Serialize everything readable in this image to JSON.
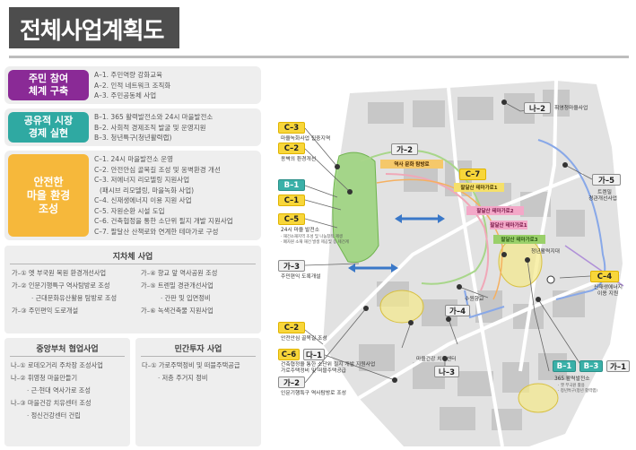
{
  "header": {
    "title": "전체사업계획도"
  },
  "strategies": [
    {
      "label_lines": [
        "주민 참여",
        "체계 구축"
      ],
      "color": "#8a2a96",
      "items": [
        "A–1. 주민역량 강화교육",
        "A–2. 인적 네트워크 조직화",
        "A–3. 주민공동체 사업"
      ]
    },
    {
      "label_lines": [
        "공유적 시장",
        "경제 실현"
      ],
      "color": "#2fa9a2",
      "items": [
        "B–1. 365 활력발전소와 24시 마을발전소",
        "B–2. 사회적 경제조직 발굴 및 운영지원",
        "B–3. 청년특구(청년활력랩)"
      ]
    },
    {
      "label_lines": [
        "안전한",
        "마을 환경",
        "조성"
      ],
      "color": "#f6b83b",
      "items": [
        "C–1. 24시 마을발전소 운영",
        "C–2. 안전안심 골목길 조성 및 옹벽환경 개선",
        "C–3. 저에너지 리모델링 지원사업",
        "(패시브 리모델링, 마을녹화 사업)",
        "C–4. 신재생에너지 이용 지원 사업",
        "C–5. 자원순환 시설 도입",
        "C–6. 건축협정을 통한 소단위 필지 개발 지원사업",
        "C–7. 팔달산 산책로와 연계한 테마가로 구성"
      ]
    }
  ],
  "local_gov": {
    "title": "지차체 사업",
    "left_items": [
      "가–① 옛 부국원 복원 환경개선사업",
      "가–② 인문기행특구 역사탐방로 조성",
      "· 근대문화유산활용 탐방로 조성",
      "가–③ 주민편익 도로개설"
    ],
    "right_items": [
      "가–④ 향교 앞 역사공원 조성",
      "가–⑤ 트렌밀 경관개선사업",
      "· 간판 및 입면정비",
      "가–⑥ 녹색건축물 지원사업"
    ]
  },
  "central_gov": {
    "title": "중앙부처 협업사업",
    "items": [
      "나–① 로데오거리 주차장 조성사업",
      "나–② 휘영청 마을만들기",
      "· 근·현대 역사가로 조성",
      "나–③ 마을건강 치유센터 조성",
      "· 정신건강센터 건립"
    ]
  },
  "private": {
    "title": "민간투자 사업",
    "items": [
      "다–① 가로주택정비 및 떠블주택공급",
      "· 저층 주거지 정비"
    ]
  },
  "map": {
    "tags": {
      "c3": "C–3",
      "c2_top": "C–2",
      "b1": "B–1",
      "c1": "C–1",
      "c5": "C–5",
      "ga3": "가–3",
      "c2_bottom": "C–2",
      "c6": "C–6",
      "da1": "다–1",
      "ga2": "가–2",
      "ga2_top": "가–2",
      "c7": "C–7",
      "na2": "나–2",
      "ga5": "가–5",
      "c4": "C–4",
      "ga4": "가–4",
      "na3": "나–3",
      "b1_bottom": "B–1",
      "b3": "B–3",
      "ga1": "가–1"
    },
    "labels": {
      "c3": "마을녹화사업 집중지역",
      "c2_top": "옹벽의 환경개선",
      "c5_main": "24시 마을 발전소",
      "c5_sub1": "· 재건소재지역 조성 및 나눔창작 제생",
      "c5_sub2": "· 폐자원 소재 재건 발생 제공및 등 제건계",
      "ga3": "주민편익 도록개설",
      "c2_bottom": "안전안심 골목길 조성",
      "c6_line1": "건축협정을 통한 소단위 필지 개발 지원사업",
      "c6_line2": "가로주택정비 및 떠블주택공급",
      "ga2_bottom": "인문기행특구 역사탐방로 조성",
      "ga2_top": "역사 문화 탐방로",
      "c7": "팔달산 테마가로1",
      "na2": "휘영청마을사업",
      "ga5_line1": "트렌밀",
      "ga5_line2": "경관개선사업",
      "youth": "청년활력지대",
      "c4_line1": "신재생에너지",
      "c4_line2": "이용 지원",
      "hyanggyo": "수원향교",
      "healing": "마을건강 치유센터",
      "b_main": "365 활력발전소",
      "b_sub1": "· 옛 부국원 활용",
      "b_sub2": "· 청년특구(청년 활력랩)",
      "strip1": "팔달산 테마가로2",
      "strip2": "팔달산 테마가로1",
      "strip3": "팔달산 테마가로3"
    }
  }
}
